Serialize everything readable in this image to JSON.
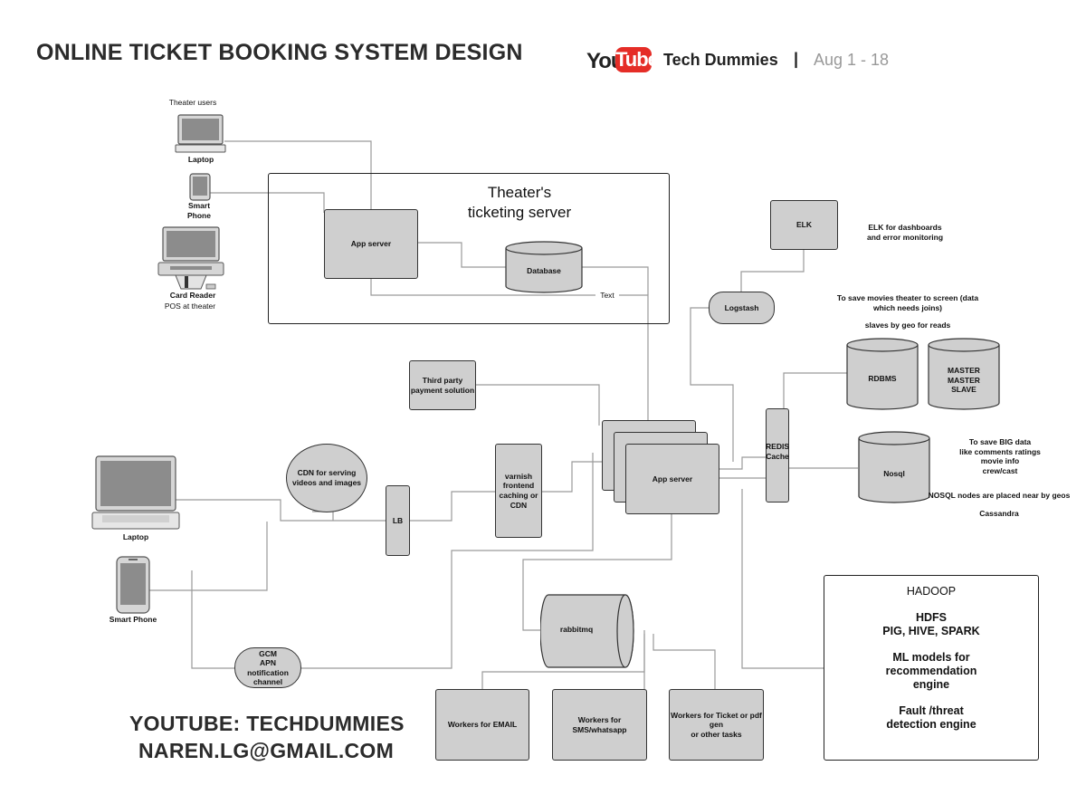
{
  "header": {
    "title": "ONLINE TICKET BOOKING SYSTEM DESIGN",
    "logo_you": "You",
    "logo_tube": "Tube",
    "channel": "Tech Dummies",
    "separator": "|",
    "date": "Aug 1 - 18"
  },
  "theater": {
    "users_label": "Theater users",
    "laptop_label": "Laptop",
    "phone_label": "Smart\nPhone",
    "card_reader_label": "Card Reader",
    "pos_label": "POS at theater",
    "server_title": "Theater's\nticketing server",
    "app_server": "App server",
    "database": "Database",
    "text_label": "Text"
  },
  "clients": {
    "laptop_label": "Laptop",
    "phone_label": "Smart Phone"
  },
  "nodes": {
    "cdn": "CDN for serving\nvideos and images",
    "lb": "LB",
    "varnish": "varnish\nfrontend\ncaching or\nCDN",
    "third_party": "Third party\npayment solution",
    "app_server": "App server",
    "gcm": "GCM\nAPN\nnotification\nchannel",
    "rabbitmq": "rabbitmq",
    "workers_email": "Workers for EMAIL",
    "workers_sms": "Workers for\nSMS/whatsapp",
    "workers_ticket": "Workers for Ticket or pdf\ngen\nor  other tasks",
    "redis": "REDIS\nCache",
    "logstash": "Logstash",
    "elk": "ELK",
    "rdbms": "RDBMS",
    "master": "MASTER\nMASTER\nSLAVE",
    "nosql": "Nosql"
  },
  "notes": {
    "elk": "ELK for  dashboards\nand error monitoring",
    "rdbms": "To save movies theater to screen  (data\nwhich needs joins)",
    "slaves": "slaves by geo for reads",
    "bigdata": "To save BIG data\nlike comments ratings\nmovie info\ncrew/cast",
    "nosql_geo": "NOSQL nodes are placed near by geos",
    "cassandra": "Cassandra"
  },
  "hadoop": {
    "title": "HADOOP",
    "hdfs": "HDFS",
    "tools": "PIG, HIVE, SPARK",
    "ml": "ML models for\nrecommendation\nengine",
    "fault": "Fault /threat\ndetection engine"
  },
  "footer": {
    "youtube": "YOUTUBE: TECHDUMMIES",
    "email": "NAREN.LG@GMAIL.COM"
  },
  "colors": {
    "node_fill": "#cfcfcf",
    "line": "#9a9a9a",
    "brand_red": "#e52d27"
  }
}
